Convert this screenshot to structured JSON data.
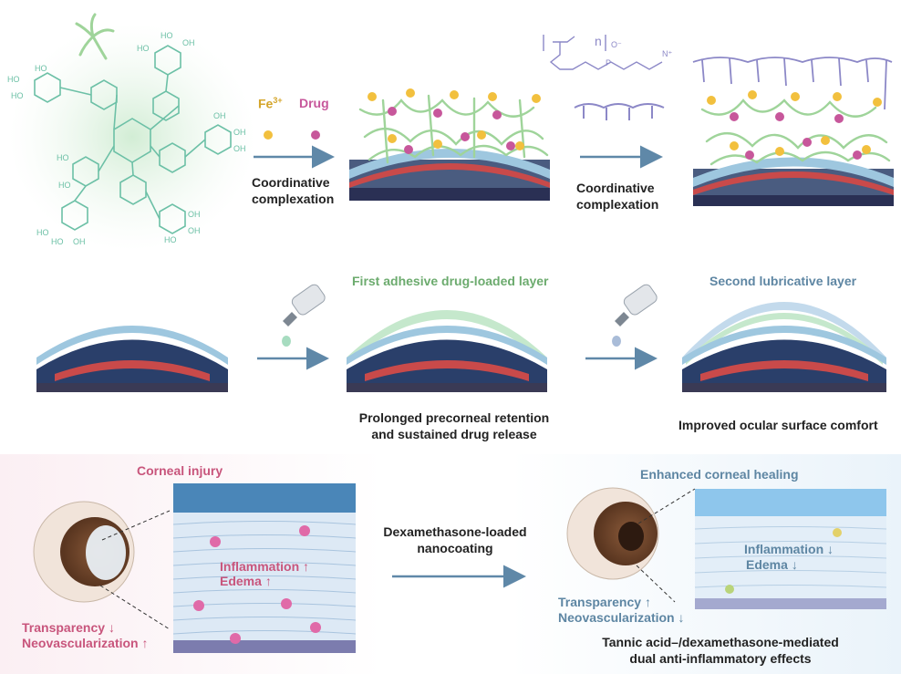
{
  "top": {
    "fe": "Fe",
    "fe_sup": "3+",
    "drug": "Drug",
    "step1_line1": "Coordinative",
    "step1_line2": "complexation",
    "step2_line1": "Coordinative",
    "step2_line2": "complexation",
    "polymer_n": "n"
  },
  "middle": {
    "layer1_title": "First adhesive drug-loaded layer",
    "layer2_title": "Second lubricative layer",
    "layer1_line1": "Prolonged precorneal retention",
    "layer1_line2": "and sustained drug release",
    "layer2_caption": "Improved ocular surface comfort"
  },
  "bottom": {
    "injury_title": "Corneal injury",
    "inflammation": "Inflammation",
    "edema": "Edema",
    "transparency": "Transparency",
    "neovascularization": "Neovascularization",
    "treatment_line1": "Dexamethasone-loaded",
    "treatment_line2": "nanocoating",
    "healing_title": "Enhanced corneal healing",
    "inflammation2": "Inflammation",
    "edema2": "Edema",
    "transparency2": "Transparency",
    "neovascularization2": "Neovascularization",
    "effects_line1": "Tannic acid–/dexamethasone-mediated",
    "effects_line2": "dual anti-inflammatory effects",
    "up": "↑",
    "down": "↓"
  },
  "colors": {
    "tannic": "#6cc0a6",
    "fe": "#f2c03e",
    "drug": "#c7579b",
    "polymer": "#8c88c7",
    "arrow": "#5f88a8",
    "pink": "#c8557c",
    "steel": "#5e86a3"
  }
}
